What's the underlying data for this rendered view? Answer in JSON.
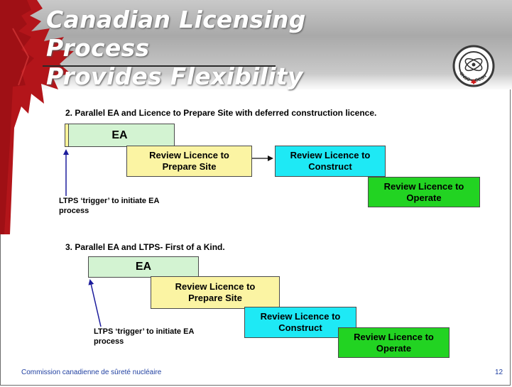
{
  "title": {
    "line1": "Canadian Licensing Process",
    "line2": "Provides Flexibility"
  },
  "emblem": {
    "text_left": "CNSC",
    "text_right": "CCSN"
  },
  "scenario2": {
    "heading": "2. Parallel EA and Licence to Prepare Site with deferred construction licence.",
    "ea_label": "EA",
    "prepare_line1": "Review Licence to",
    "prepare_line2": "Prepare Site",
    "construct_line1": "Review Licence to",
    "construct_line2": "Construct",
    "operate_line1": "Review Licence to",
    "operate_line2": "Operate",
    "trigger_line1": "LTPS ‘trigger’ to initiate EA",
    "trigger_line2": "process"
  },
  "scenario3": {
    "heading": "3. Parallel EA and LTPS- First of a Kind.",
    "ea_label": "EA",
    "prepare_line1": "Review Licence to",
    "prepare_line2": "Prepare Site",
    "construct_line1": "Review Licence to",
    "construct_line2": "Construct",
    "operate_line1": "Review Licence to",
    "operate_line2": "Operate",
    "trigger_line1": "LTPS ‘trigger’ to initiate EA",
    "trigger_line2": "process"
  },
  "footer": {
    "organization": "Commission canadienne de sûreté nucléaire",
    "page_number": "12"
  },
  "colors": {
    "ea": "#d3f3d2",
    "prepare": "#fbf4a3",
    "construct": "#1ee9f5",
    "operate": "#22d322",
    "arrow": "#1c1c9c",
    "footer_text": "#1f3fa0"
  }
}
